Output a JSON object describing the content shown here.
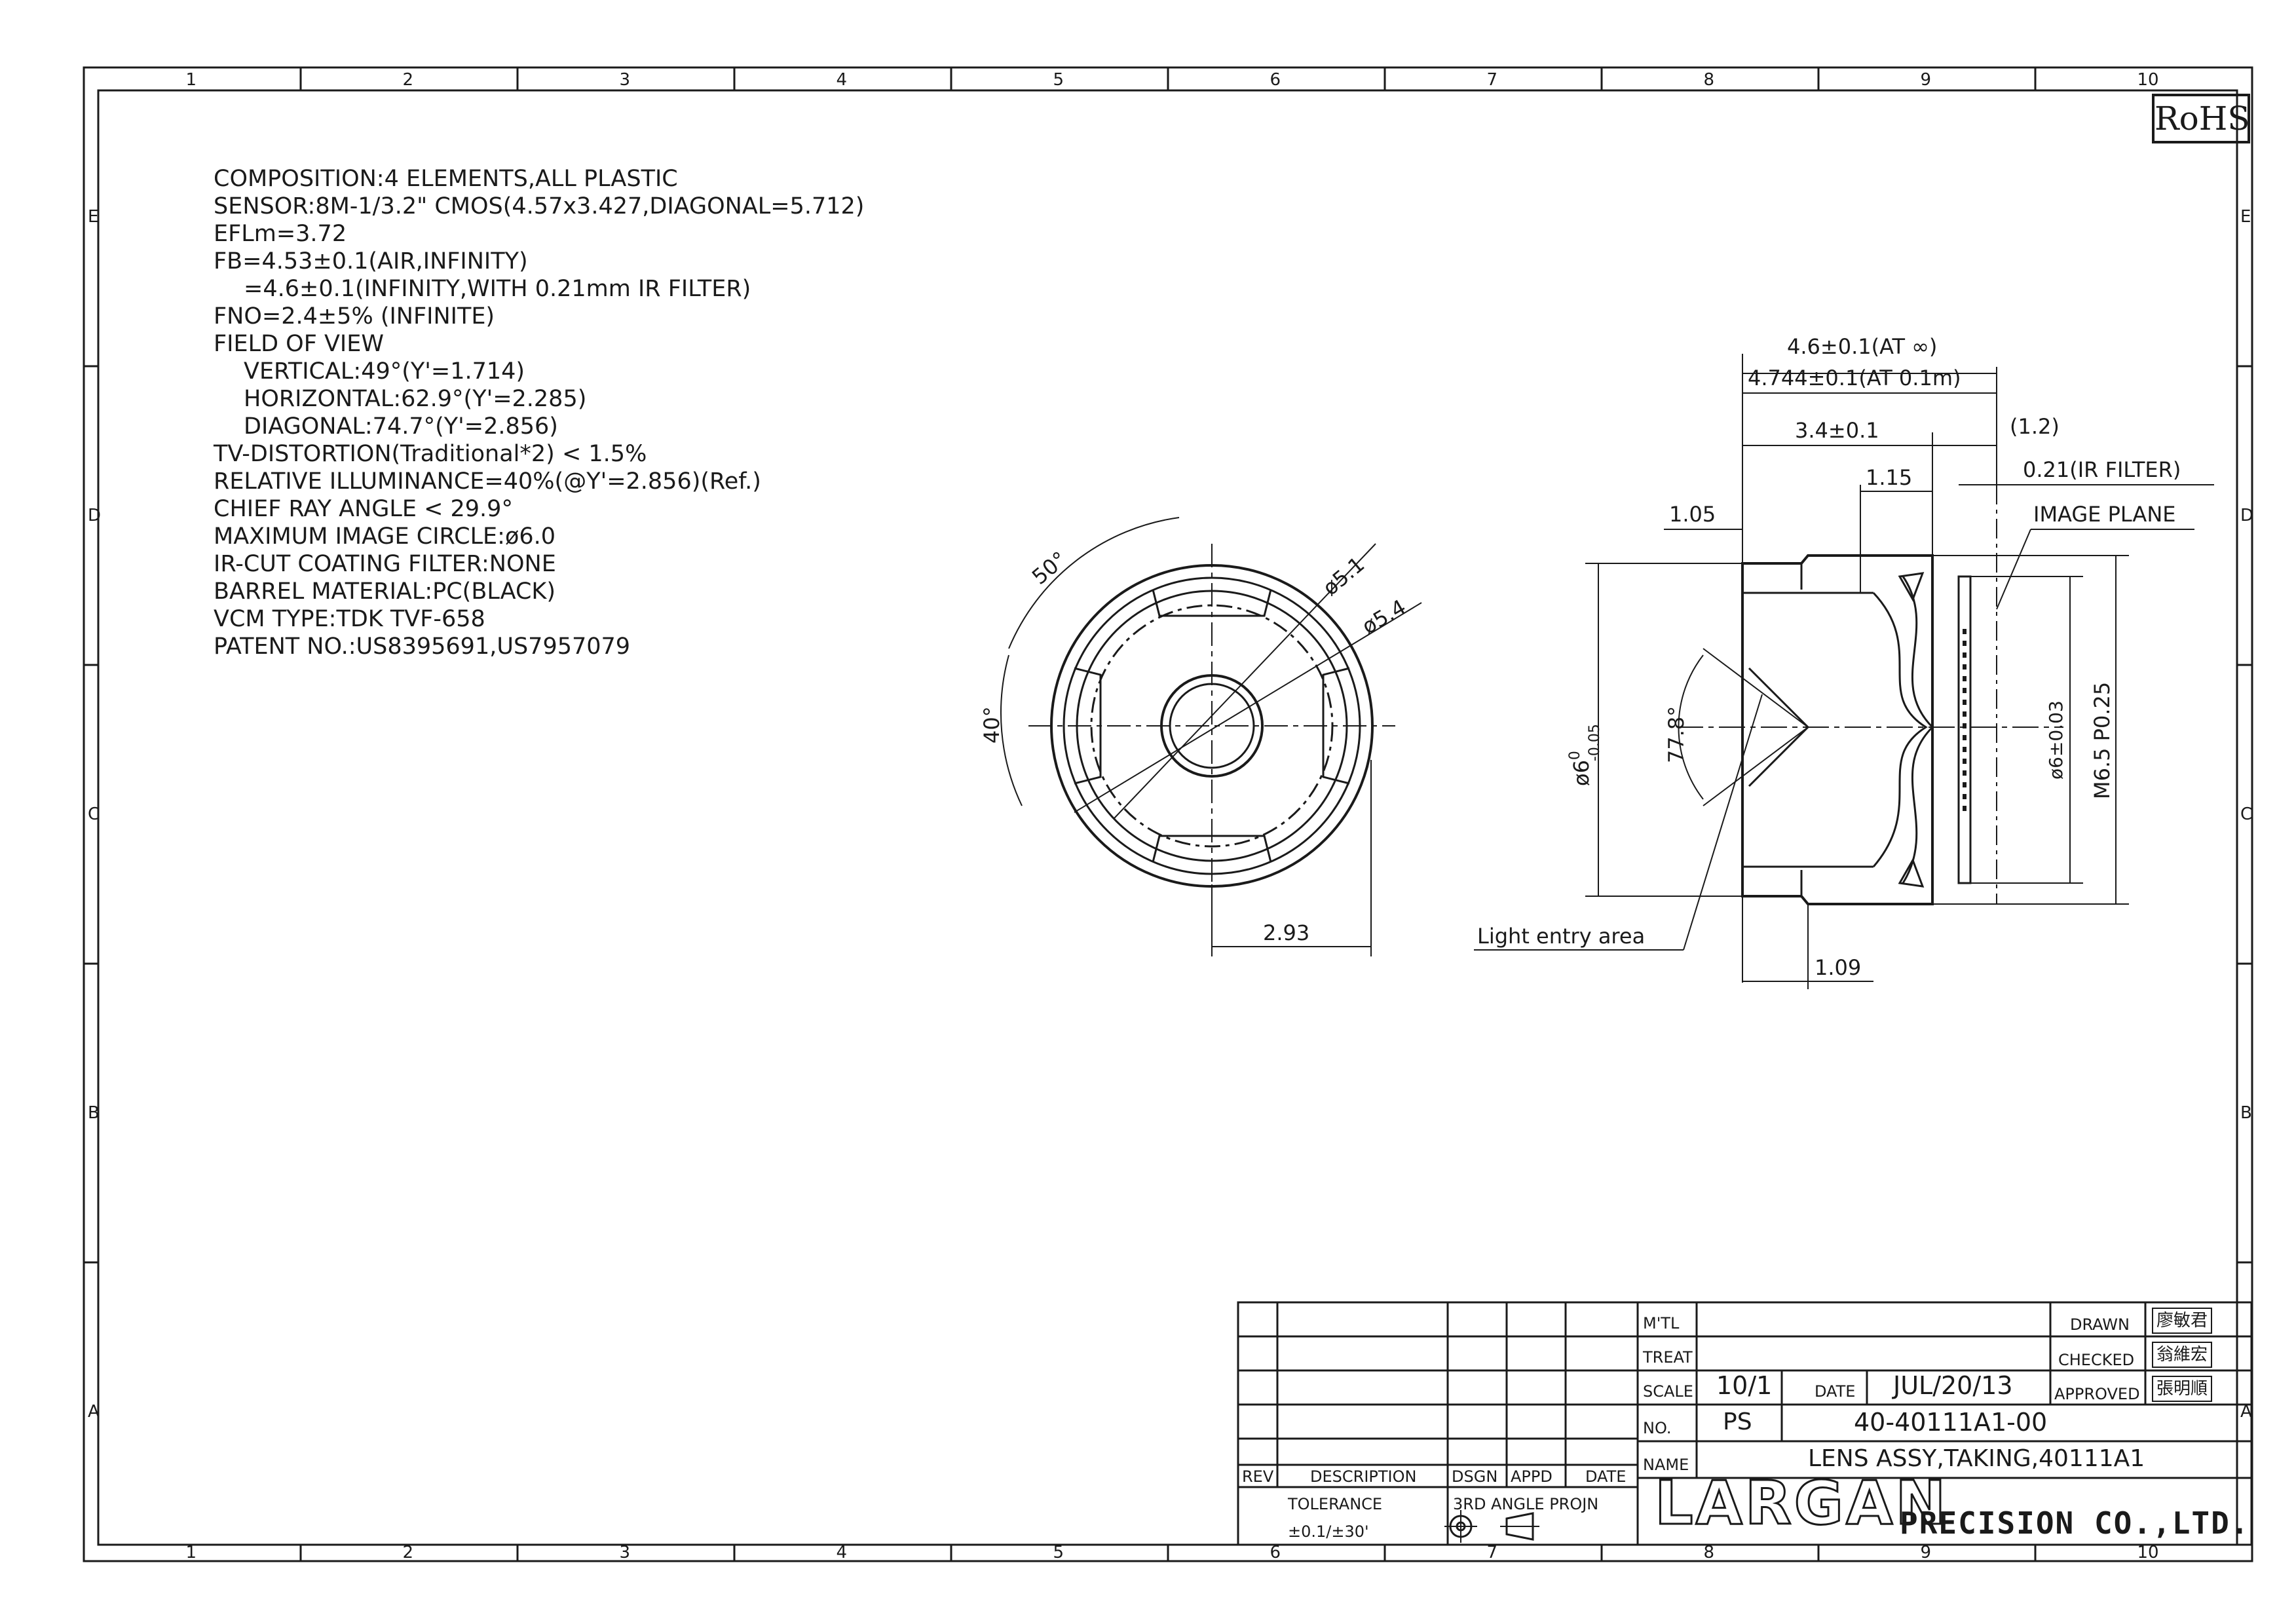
{
  "drawing": {
    "rohs_mark": "RoHS",
    "zones_top": [
      "1",
      "2",
      "3",
      "4",
      "5",
      "6",
      "7",
      "8",
      "9",
      "10"
    ],
    "zones_bottom": [
      "1",
      "2",
      "3",
      "4",
      "5",
      "6",
      "7",
      "8",
      "9",
      "10"
    ],
    "zones_side": [
      "E",
      "D",
      "C",
      "B",
      "A"
    ]
  },
  "spec": {
    "composition": "COMPOSITION:4 ELEMENTS,ALL PLASTIC",
    "sensor": "SENSOR:8M-1/3.2\" CMOS(4.57x3.427,DIAGONAL=5.712)",
    "efl": "EFLm=3.72",
    "fb_air": "FB=4.53±0.1(AIR,INFINITY)",
    "fb_ir": "=4.6±0.1(INFINITY,WITH 0.21mm IR FILTER)",
    "fno": "FNO=2.4±5% (INFINITE)",
    "fov_label": "FIELD OF VIEW",
    "fov_vertical": "VERTICAL:49°(Y'=1.714)",
    "fov_horizontal": "HORIZONTAL:62.9°(Y'=2.285)",
    "fov_diagonal": "DIAGONAL:74.7°(Y'=2.856)",
    "tv_distortion": "TV-DISTORTION(Traditional*2) < 1.5%",
    "relative_illuminance": "RELATIVE ILLUMINANCE=40%(@Y'=2.856)(Ref.)",
    "chief_ray_angle": "CHIEF RAY ANGLE < 29.9°",
    "max_image_circle": "MAXIMUM IMAGE CIRCLE:ø6.0",
    "ir_cut": "IR-CUT COATING FILTER:NONE",
    "barrel_material": "BARREL MATERIAL:PC(BLACK)",
    "vcm_type": "VCM TYPE:TDK TVF-658",
    "patent": "PATENT NO.:US8395691,US7957079"
  },
  "front_view": {
    "angle_50": "50°",
    "angle_40": "40°",
    "dia_51": "ø5.1",
    "dia_54": "ø5.4",
    "dim_293": "2.93"
  },
  "side_view": {
    "len_inf": "4.6±0.1(AT ∞)",
    "len_01m": "4.744±0.1(AT 0.1m)",
    "len_34": "3.4±0.1",
    "len_12": "(1.2)",
    "len_115": "1.15",
    "ir_filter": "0.21(IR FILTER)",
    "image_plane": "IMAGE PLANE",
    "len_105": "1.05",
    "dia_6_base": "ø6",
    "dia_6_upper": "0",
    "dia_6_lower": "-0.05",
    "angle_778": "77.8°",
    "dia_6_tol": "ø6±0.03",
    "thread": "M6.5 P0.25",
    "light_entry": "Light entry area",
    "len_109": "1.09"
  },
  "title_block": {
    "rev": "REV",
    "description": "DESCRIPTION",
    "dsgn": "DSGN",
    "appd": "APPD",
    "date_col": "DATE",
    "tolerance": "TOLERANCE",
    "tolerance_value": "±0.1/±30'",
    "projection": "3RD ANGLE PROJN",
    "mtl": "M'TL",
    "treat": "TREAT",
    "scale": "SCALE",
    "scale_value": "10/1",
    "date_label": "DATE",
    "date_value": "JUL/20/13",
    "no": "NO.",
    "no_prefix": "PS",
    "part_no": "40-40111A1-00",
    "name": "NAME",
    "name_value": "LENS ASSY,TAKING,40111A1",
    "drawn": "DRAWN",
    "checked": "CHECKED",
    "approved": "APPROVED",
    "sig_drawn": "廖敏君",
    "sig_checked": "翁維宏",
    "sig_approved": "張明順",
    "company_logo": "LARGAN",
    "company_suffix": "PRECISION CO.,LTD."
  }
}
